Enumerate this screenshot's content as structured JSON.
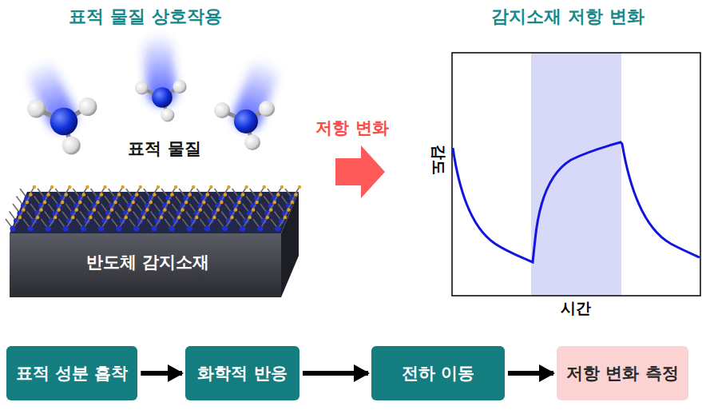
{
  "diagram": {
    "nodes": [
      {
        "text": [
          "반도체 감지소재"
        ]
      },
      {
        "text": [
          "표적 성분 흡착"
        ]
      },
      {
        "text": [
          "화학적 반응"
        ]
      },
      {
        "text": [
          "전하 이동"
        ]
      },
      {
        "text": [
          "저항 변화 측정"
        ]
      }
    ],
    "edges": [
      {
        "from": 1,
        "to": 2,
        "arrow": "to"
      },
      {
        "from": 2,
        "to": 3,
        "arrow": "to"
      },
      {
        "from": 3,
        "to": 4,
        "arrow": "to"
      }
    ],
    "labels": [
      "표적 물질 상호작용",
      "감지소재 저항 변화",
      "표적 물질",
      "저항 변화",
      "감도",
      "시간"
    ]
  }
}
